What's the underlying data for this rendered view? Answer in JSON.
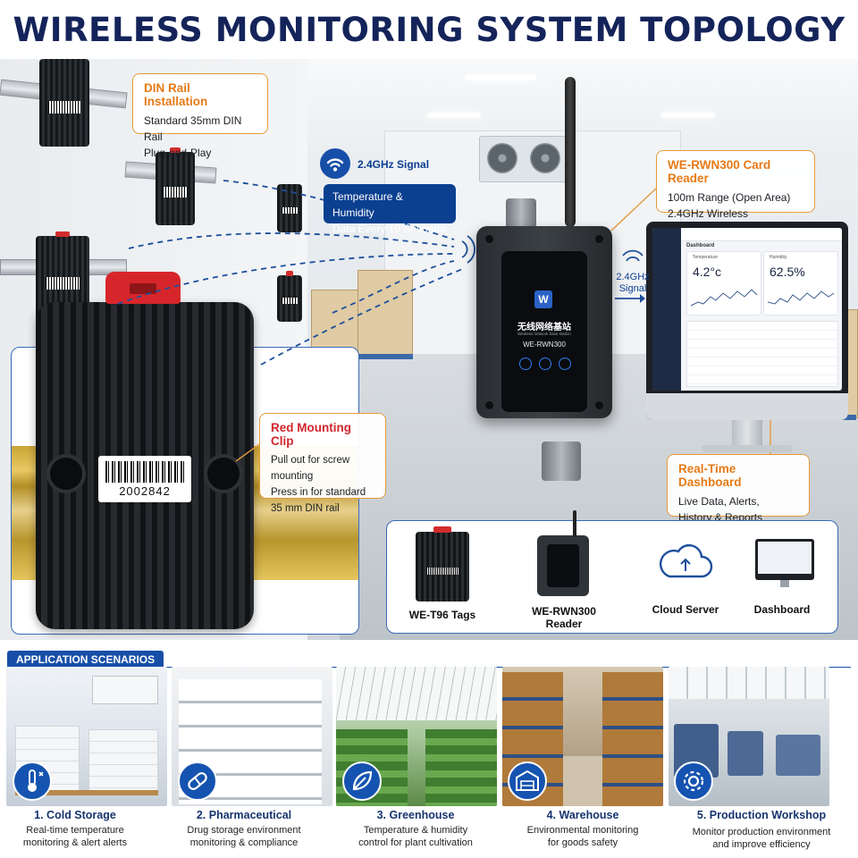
{
  "header": {
    "title": "WIRELESS MONITORING SYSTEM TOPOLOGY"
  },
  "callouts": {
    "din_rail": {
      "title": "DIN Rail Installation",
      "lines": [
        "Standard 35mm DIN Rail",
        "Plug-and-Play"
      ]
    },
    "signal": {
      "title": "2.4GHz Signal",
      "lines": [
        "Temperature & Humidity",
        "Data Every 10 Seconds"
      ]
    },
    "card_reader": {
      "title": "WE-RWN300 Card Reader",
      "lines": [
        "100m Range (Open Area)",
        "2.4GHz Wireless"
      ]
    },
    "red_clip": {
      "title": "Red Mounting Clip",
      "lines": [
        "Pull out for screw mounting",
        "Press in for standard",
        "35 mm DIN rail"
      ]
    },
    "dashboard": {
      "title": "Real-Time Dashboard",
      "lines": [
        "Live Data, Alerts,",
        "History & Reports"
      ]
    },
    "signal_monitor": [
      "2.4GHz",
      "Signal"
    ]
  },
  "tag_barcode": "2002842",
  "reader_device": {
    "cn_label": "无线网络基站",
    "sub_label": "Wireless network base station",
    "model": "WE-RWN300"
  },
  "monitor_screen": {
    "title": "Dashboard",
    "temperature_label": "Temperature",
    "humidity_label": "Humidity",
    "temperature": "4.2°c",
    "humidity": "62.5%"
  },
  "flow": {
    "tags": "WE-T96 Tags",
    "reader_line1": "WE-RWN300",
    "reader_line2": "Reader",
    "cloud": "Cloud Server",
    "dashboard": "Dashboard"
  },
  "applications": {
    "tab": "APPLICATION SCENARIOS",
    "items": [
      {
        "title": "1. Cold Storage",
        "desc": [
          "Real-time temperature",
          "monitoring & alert alerts"
        ],
        "icon": "thermometer-snowflake-icon"
      },
      {
        "title": "2. Pharmaceutical",
        "desc": [
          "Drug storage environment",
          "monitoring & compliance"
        ],
        "icon": "capsule-icon"
      },
      {
        "title": "3. Greenhouse",
        "desc": [
          "Temperature & humidity",
          "control for plant cultivation"
        ],
        "icon": "leaf-icon"
      },
      {
        "title": "4. Warehouse",
        "desc": [
          "Environmental monitoring",
          "for goods safety"
        ],
        "icon": "warehouse-icon"
      },
      {
        "title": "5. Production Workshop",
        "desc": [
          "Monitor production environment",
          "and improve efficiency"
        ],
        "icon": "gear-icon"
      }
    ]
  },
  "colors": {
    "title_navy": "#14245a",
    "accent_blue": "#174fa8",
    "callout_orange": "#e67a16",
    "clip_red": "#d0262c"
  }
}
